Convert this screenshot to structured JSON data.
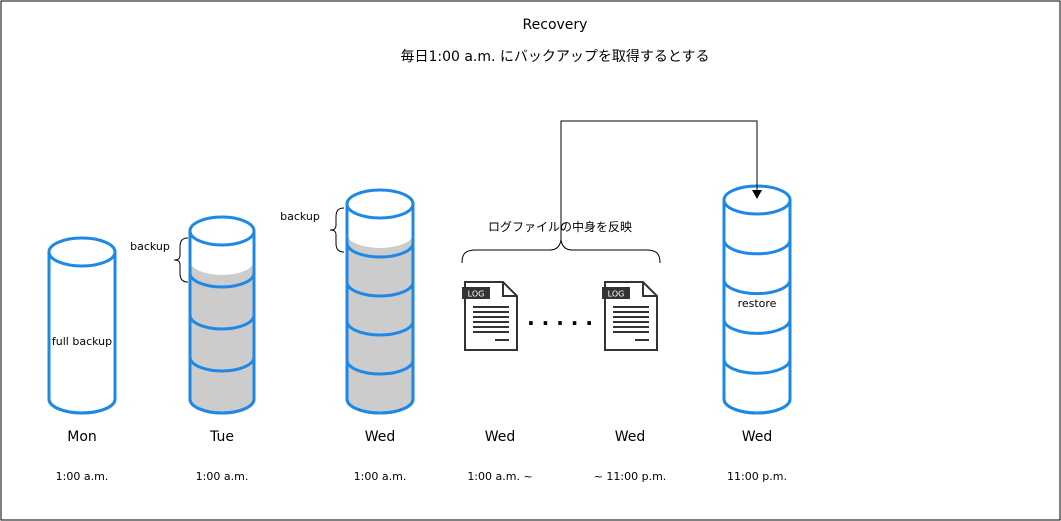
{
  "title": "Recovery",
  "subtitle": "毎日1:00 a.m. にバックアップを取得するとする",
  "colors": {
    "disk_stroke": "#1e88e5",
    "disk_fill": "#ffffff",
    "disk_backup_fill": "#cccccc",
    "line": "#000000",
    "doc_stroke": "#333333",
    "doc_badge": "#333333"
  },
  "columns": [
    {
      "day": "Mon",
      "time": "1:00 a.m.",
      "disk_label": "full backup"
    },
    {
      "day": "Tue",
      "time": "1:00 a.m.",
      "brace_label": "backup"
    },
    {
      "day": "Wed",
      "time": "1:00 a.m.",
      "brace_label": "backup"
    },
    {
      "day": "Wed",
      "time": "1:00 a.m. ~"
    },
    {
      "day": "Wed",
      "time": "~ 11:00 p.m."
    },
    {
      "day": "Wed",
      "time": "11:00 p.m.",
      "disk_label": "restore"
    }
  ],
  "logs": {
    "caption": "ログファイルの中身を反映",
    "badge": "LOG",
    "ellipsis": ". . . . ."
  },
  "icons": {
    "log_file": "log-file-icon",
    "arrow": "arrow-down-icon"
  }
}
